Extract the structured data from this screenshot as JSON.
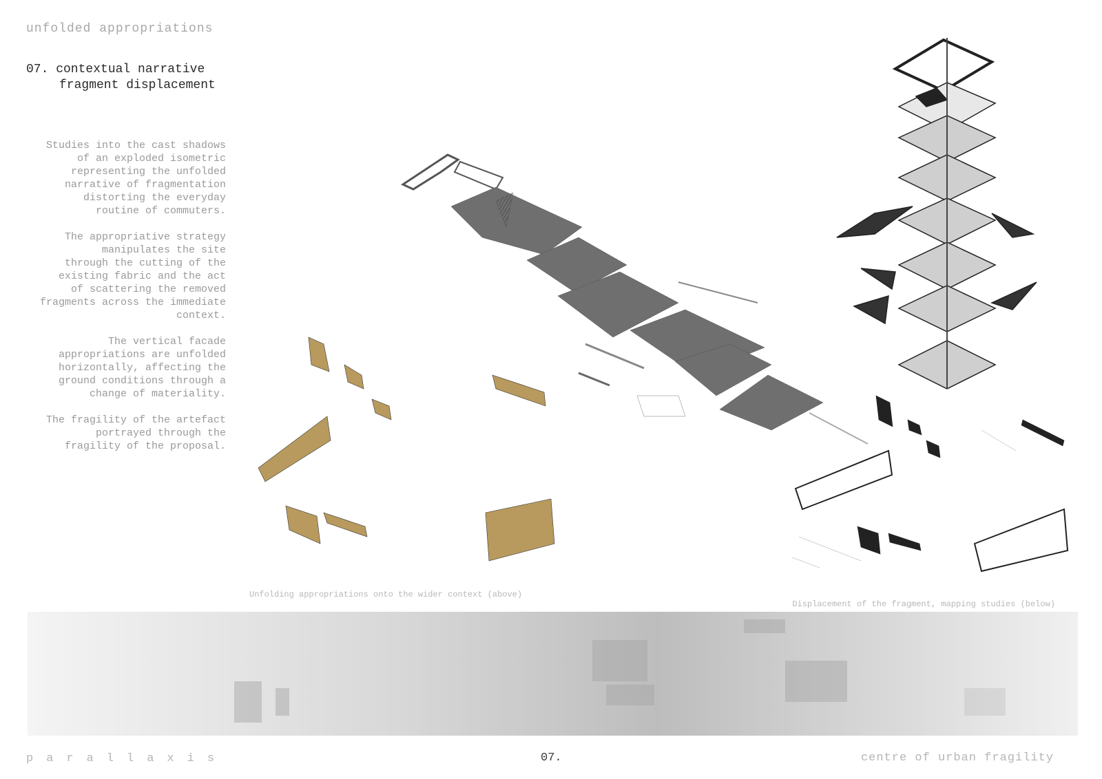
{
  "header": {
    "project_title": "unfolded appropriations",
    "section_title_line1": "07. contextual narrative",
    "section_title_line2": "fragment displacement"
  },
  "body": {
    "paragraphs": [
      "Studies into the cast shadows\nof an exploded isometric\nrepresenting the unfolded\nnarrative of fragmentation\ndistorting the everyday\nroutine of commuters.",
      "The appropriative strategy\nmanipulates the site\nthrough the cutting of the\nexisting fabric and the act\nof scattering the removed\nfragments across the immediate\ncontext.",
      "The vertical facade\nappropriations are unfolded\nhorizontally, affecting the\nground conditions through a\nchange of materiality.",
      "The fragility of the artefact\nportrayed through the\nfragility of the proposal."
    ]
  },
  "captions": {
    "above": "Unfolding appropriations onto the wider context (above)",
    "below": "Displacement of the fragment, mapping studies (below)"
  },
  "footer": {
    "left": "parallaxis",
    "page_number": "07.",
    "right": "centre of urban fragility"
  },
  "colors": {
    "shadow_grey": "#6f6f6f",
    "fragment_gold": "#b89a5e",
    "ink": "#222222",
    "strip_grey": "#c9c9c9"
  }
}
